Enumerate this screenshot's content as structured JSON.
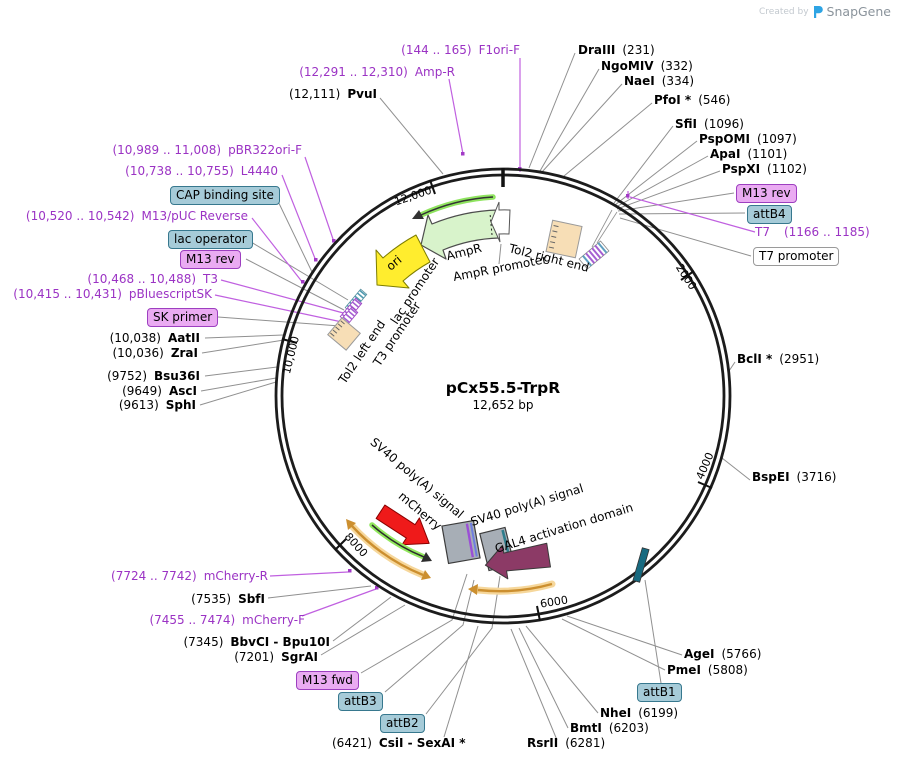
{
  "watermark": {
    "created_by": "Created by",
    "brand": "SnapGene"
  },
  "plasmid": {
    "name": "pCx55.5-TrpR",
    "size": "12,652 bp"
  },
  "tick_labels": {
    "t2000": "2000",
    "t4000": "4000",
    "t6000": "6000",
    "t8000": "8000",
    "t10000": "10,000",
    "t12000": "12,000"
  },
  "enzymes": {
    "draiii": {
      "name": "DraIII",
      "pos": "(231)"
    },
    "ngomiv": {
      "name": "NgoMIV",
      "pos": "(332)"
    },
    "naei": {
      "name": "NaeI",
      "pos": "(334)"
    },
    "pfoi": {
      "name": "PfoI *",
      "pos": "(546)"
    },
    "sfii": {
      "name": "SfiI",
      "pos": "(1096)"
    },
    "pspomi": {
      "name": "PspOMI",
      "pos": "(1097)"
    },
    "apai": {
      "name": "ApaI",
      "pos": "(1101)"
    },
    "pspxi": {
      "name": "PspXI",
      "pos": "(1102)"
    },
    "bcli": {
      "name": "BclI *",
      "pos": "(2951)"
    },
    "bspei": {
      "name": "BspEI",
      "pos": "(3716)"
    },
    "agei": {
      "name": "AgeI",
      "pos": "(5766)"
    },
    "pmei": {
      "name": "PmeI",
      "pos": "(5808)"
    },
    "nhei": {
      "name": "NheI",
      "pos": "(6199)"
    },
    "bmti": {
      "name": "BmtI",
      "pos": "(6203)"
    },
    "rsrii": {
      "name": "RsrII",
      "pos": "(6281)"
    },
    "csii": {
      "pos": "(6421)",
      "name": "CsiI - SexAI *"
    },
    "sgrai": {
      "pos": "(7201)",
      "name": "SgrAI"
    },
    "bbvci": {
      "pos": "(7345)",
      "name": "BbvCI - Bpu10I"
    },
    "sbfi": {
      "pos": "(7535)",
      "name": "SbfI"
    },
    "sphi": {
      "pos": "(9613)",
      "name": "SphI"
    },
    "asci": {
      "pos": "(9649)",
      "name": "AscI"
    },
    "bsu36i": {
      "pos": "(9752)",
      "name": "Bsu36I"
    },
    "zrai": {
      "pos": "(10,036)",
      "name": "ZraI"
    },
    "aatii": {
      "pos": "(10,038)",
      "name": "AatII"
    },
    "pvui": {
      "pos": "(12,111)",
      "name": "PvuI"
    }
  },
  "primers": {
    "f1ori_f": {
      "range": "(144 .. 165)",
      "name": "F1ori-F"
    },
    "amp_r": {
      "range": "(12,291 .. 12,310)",
      "name": "Amp-R"
    },
    "pbr322ori_f": {
      "range": "(10,989 .. 11,008)",
      "name": "pBR322ori-F"
    },
    "l4440": {
      "range": "(10,738 .. 10,755)",
      "name": "L4440"
    },
    "m13_puc_rev": {
      "range": "(10,520 .. 10,542)",
      "name": "M13/pUC Reverse"
    },
    "t3": {
      "range": "(10,468 .. 10,488)",
      "name": "T3"
    },
    "pbluescriptsk": {
      "range": "(10,415 .. 10,431)",
      "name": "pBluescriptSK"
    },
    "t7": {
      "name": "T7",
      "range": "(1166 .. 1185)"
    },
    "mcherry_r": {
      "range": "(7724 .. 7742)",
      "name": "mCherry-R"
    },
    "mcherry_f": {
      "range": "(7455 .. 7474)",
      "name": "mCherry-F"
    }
  },
  "boxed": {
    "cap": "CAP binding site",
    "lac_operator": "lac operator",
    "m13_rev_left": "M13 rev",
    "sk_primer": "SK primer",
    "m13_rev_right": "M13 rev",
    "attb4": "attB4",
    "t7_promoter": "T7 promoter",
    "attb1": "attB1",
    "attb2": "attB2",
    "attb3": "attB3",
    "m13_fwd": "M13 fwd"
  },
  "features": {
    "ampr": "AmpR",
    "ampr_promoter": "AmpR promoter",
    "tol2_right": "Tol2 right end",
    "ori": "ori",
    "lac_promoter": "lac promoter",
    "t3_promoter": "T3 promoter",
    "tol2_left": "Tol2 left end",
    "sv40_a": "SV40 poly(A) signal",
    "mcherry": "mCherry",
    "sv40_b": "SV40 poly(A) signal",
    "gal4": "GAL4 activation domain"
  },
  "colors": {
    "primer_text": "#9b33c4",
    "primer_line": "#c060e0",
    "callout_line": "#909090",
    "teal_tag": "#a6cbd8",
    "purple_tag": "#eaabf2",
    "ampr_fill": "#d8f3cb",
    "ori_fill": "#ffed2e",
    "mcherry_fill": "#ef1a1a",
    "gal4_fill": "#8c3a66",
    "tol2_fill": "#f7deb6",
    "gold_arc": "#cc8f2f",
    "gray_box": "#a7aeb6",
    "backbone": "#1c1c1c",
    "logo_blue": "#2ea4e4"
  }
}
